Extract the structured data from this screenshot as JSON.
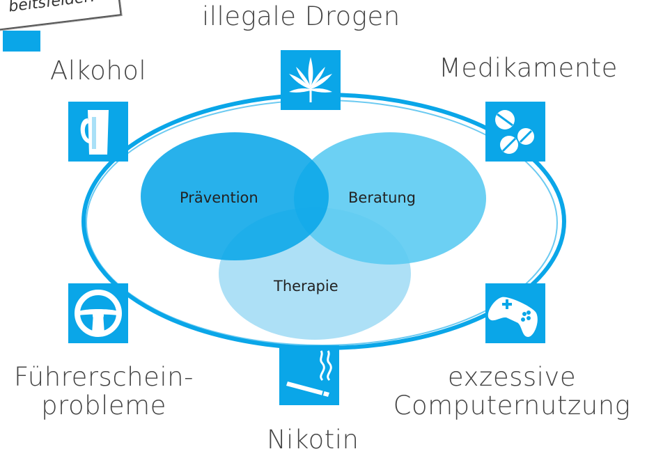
{
  "note": {
    "text": "beitsfelder:"
  },
  "labels": {
    "illegal_drugs": "illegale Drogen",
    "alcohol": "Alkohol",
    "medication": "Medikamente",
    "driving_license_line1": "Führerschein-",
    "driving_license_line2": "probleme",
    "nicotine": "Nikotin",
    "computer_line1": "exzessive",
    "computer_line2": "Computernutzung"
  },
  "venn": {
    "prevention": "Prävention",
    "counseling": "Beratung",
    "therapy": "Therapie"
  },
  "icons": {
    "illegal_drugs": "cannabis-leaf-icon",
    "alcohol": "beer-mug-icon",
    "medication": "pills-icon",
    "driving_license": "steering-wheel-icon",
    "nicotine": "cigarette-icon",
    "computer": "gamepad-icon"
  },
  "colors": {
    "accent": "#0aa6e8",
    "circle_prevention": "#0aa6e8",
    "circle_counseling": "#5ccbf2",
    "circle_therapy": "#a9def6",
    "text": "#444444"
  }
}
